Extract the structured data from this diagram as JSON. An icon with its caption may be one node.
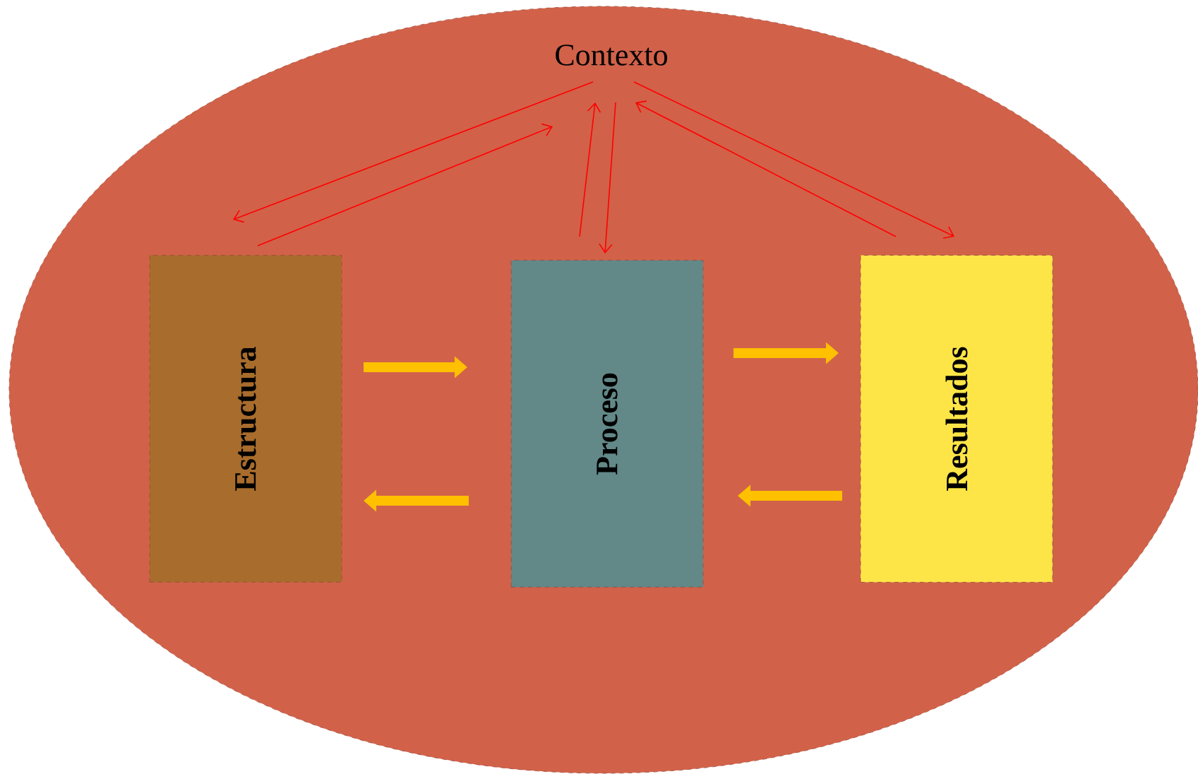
{
  "diagram": {
    "nodes": [
      {
        "text": [],
        "shape": "ellipse"
      },
      {
        "text": [
          "Contexto"
        ],
        "in": 0
      },
      {
        "text": [
          "Estructura"
        ],
        "in": 0
      },
      {
        "text": [
          "Proceso"
        ],
        "in": 0
      },
      {
        "text": [
          "Resultados"
        ],
        "in": 0
      }
    ],
    "edges": [
      {
        "from": 1,
        "to": 2,
        "arrow": "to"
      },
      {
        "from": 2,
        "to": 1,
        "arrow": "to"
      },
      {
        "from": 3,
        "to": 1,
        "arrow": "to"
      },
      {
        "from": 1,
        "to": 3,
        "arrow": "to"
      },
      {
        "from": 4,
        "to": 1,
        "arrow": "to"
      },
      {
        "from": 1,
        "to": 4,
        "arrow": "to"
      },
      {
        "from": 2,
        "to": 3,
        "arrow": "to",
        "style": "thick",
        "color": "#ffc000"
      },
      {
        "from": 3,
        "to": 2,
        "arrow": "to",
        "style": "thick",
        "color": "#ffc000"
      },
      {
        "from": 3,
        "to": 4,
        "arrow": "to",
        "style": "thick",
        "color": "#ffc000"
      },
      {
        "from": 4,
        "to": 3,
        "arrow": "to",
        "style": "thick",
        "color": "#ffc000"
      }
    ]
  }
}
